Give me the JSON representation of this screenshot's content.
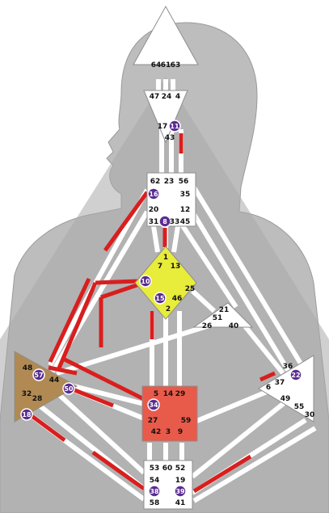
{
  "colors": {
    "background": "#ffffff",
    "silhouette_bg": "#bdbdbd",
    "body_shade": "#a9a9a9",
    "body_stroke": "#8e8e8e",
    "channel_white": "#ffffff",
    "channel_red": "#d91e1e",
    "center_white": "#ffffff",
    "g_center": "#e8ec3a",
    "sacral": "#e85a4a",
    "spleen": "#b08a52",
    "activated_gate": "#5a2d91"
  },
  "centers": [
    {
      "id": "head",
      "defined": false,
      "gates": [
        "64",
        "61",
        "63"
      ]
    },
    {
      "id": "ajna",
      "defined": false,
      "gates": [
        "47",
        "24",
        "4",
        "17",
        "11",
        "43"
      ]
    },
    {
      "id": "throat",
      "defined": false,
      "gates": [
        "62",
        "23",
        "56",
        "16",
        "35",
        "20",
        "12",
        "31",
        "8",
        "33",
        "45"
      ]
    },
    {
      "id": "g",
      "defined": true,
      "gates": [
        "1",
        "7",
        "13",
        "10",
        "25",
        "15",
        "46",
        "2"
      ]
    },
    {
      "id": "heart",
      "defined": false,
      "gates": [
        "21",
        "51",
        "26",
        "40"
      ]
    },
    {
      "id": "spleen",
      "defined": true,
      "gates": [
        "48",
        "57",
        "44",
        "50",
        "32",
        "28",
        "18"
      ]
    },
    {
      "id": "sacral",
      "defined": true,
      "gates": [
        "5",
        "14",
        "29",
        "34",
        "27",
        "59",
        "42",
        "3",
        "9"
      ]
    },
    {
      "id": "solar_plexus",
      "defined": false,
      "gates": [
        "36",
        "6",
        "37",
        "22",
        "49",
        "55",
        "30"
      ]
    },
    {
      "id": "root",
      "defined": false,
      "gates": [
        "53",
        "60",
        "52",
        "54",
        "19",
        "38",
        "39",
        "58",
        "41"
      ]
    }
  ],
  "activated_gates": [
    "11",
    "16",
    "8",
    "10",
    "15",
    "57",
    "50",
    "22",
    "18",
    "34",
    "38",
    "39"
  ]
}
